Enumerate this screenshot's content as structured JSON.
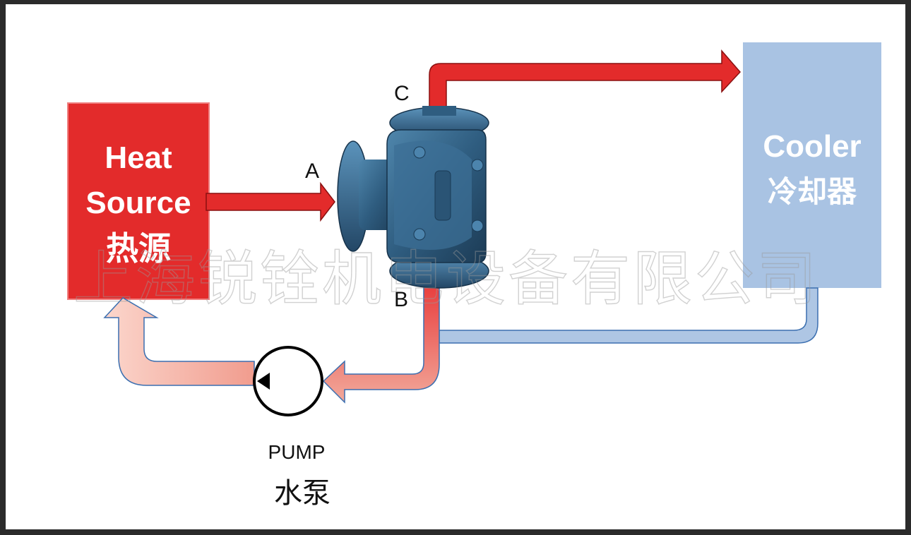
{
  "heat_source": {
    "line1": "Heat",
    "line2": "Source",
    "line3": "热源",
    "color": "#e32b2b"
  },
  "cooler": {
    "line1": "Cooler",
    "line2": "冷却器",
    "color": "#a9c3e3"
  },
  "ports": {
    "a": "A",
    "b": "B",
    "c": "C"
  },
  "pump": {
    "label_en": "PUMP",
    "label_cn": "水泵"
  },
  "valve": {
    "body_color": "#2f5d80"
  },
  "flow_colors": {
    "hot": "#e32b2b",
    "cold": "#aec6e4",
    "mixed": "#f0a090"
  },
  "watermark": {
    "text": "上海锐铨机电设备有限公司"
  }
}
